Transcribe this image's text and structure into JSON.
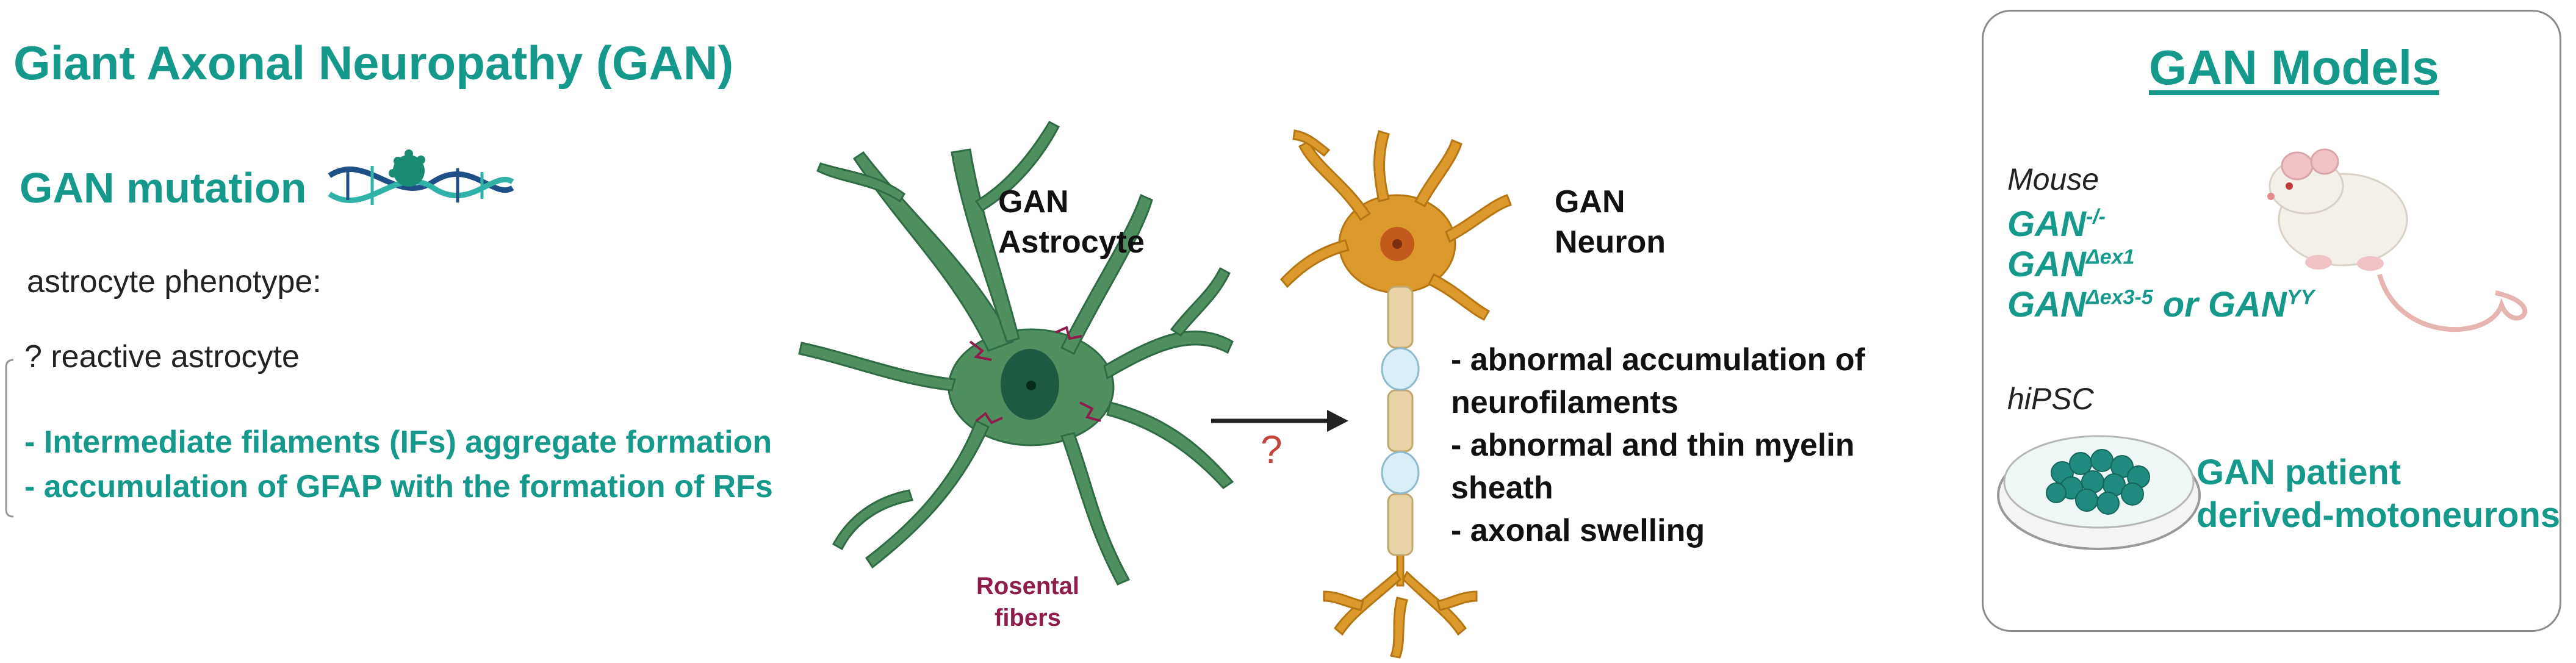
{
  "title": "Giant Axonal Neuropathy (GAN)",
  "mutation_label": "GAN mutation",
  "phenotype_label": "astrocyte phenotype:",
  "reactive_label": "? reactive astrocyte",
  "phenotype_points": [
    "- Intermediate filaments (IFs) aggregate formation",
    "- accumulation of GFAP with the formation of RFs"
  ],
  "astrocyte_label": [
    "GAN",
    "Astrocyte"
  ],
  "rosental_label": [
    "Rosental",
    "fibers"
  ],
  "question_mark": "?",
  "neuron_label": [
    "GAN",
    "Neuron"
  ],
  "neuron_points": [
    "- abnormal accumulation of",
    "neurofilaments",
    "- abnormal and thin myelin",
    "sheath",
    "- axonal swelling"
  ],
  "models": {
    "title": "GAN Models",
    "mouse_label": "Mouse",
    "mouse_genotypes": [
      {
        "base": "GAN",
        "sup": "-/-"
      },
      {
        "base": "GAN",
        "sup": "Δex1"
      },
      {
        "base": "GAN",
        "sup": "Δex3-5",
        "join": " or ",
        "base2": "GAN",
        "sup2": "YY"
      }
    ],
    "hipsc_label": "hiPSC",
    "hipsc_text": [
      "GAN patient",
      "derived-motoneurons"
    ]
  },
  "colors": {
    "teal": "#14998a",
    "astrocyte_green": "#4f8f60",
    "neuron_orange": "#dc9a2c",
    "rosental": "#8e1d4e",
    "question": "#c8453c"
  },
  "icons": [
    "dna-icon",
    "astrocyte-illustration",
    "neuron-illustration",
    "arrow-icon",
    "mouse-illustration",
    "petri-dish-icon"
  ]
}
